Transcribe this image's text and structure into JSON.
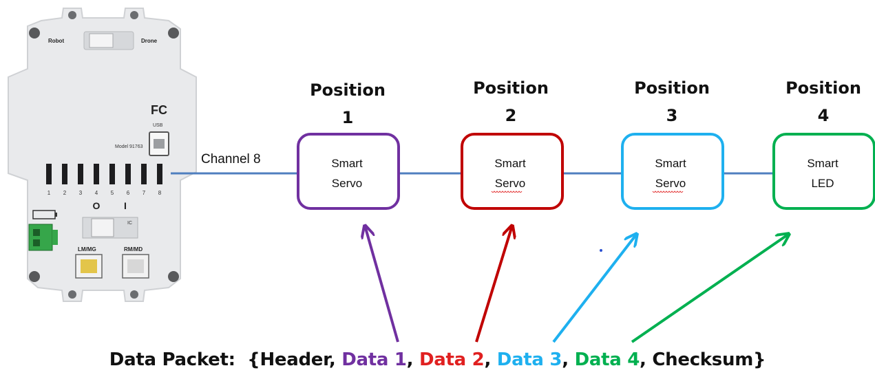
{
  "controller": {
    "switch_left_label": "Robot",
    "switch_right_label": "Drone",
    "fc_logo": "FC",
    "usb_label": "USB",
    "model_label": "Model 91763",
    "port_numbers": [
      "1",
      "2",
      "3",
      "4",
      "5",
      "6",
      "7",
      "8"
    ],
    "power_symbols": [
      "O",
      "I"
    ],
    "lm_mg_label": "LM/MG",
    "rm_md_label": "RM/MD",
    "device_body_color": "#e9eaec"
  },
  "connection": {
    "channel_label": "Channel 8",
    "line_color": "#4f7fbf"
  },
  "positions": [
    {
      "heading": "Position",
      "number": "1",
      "device_line1": "Smart",
      "device_line2": "Servo",
      "color": "#7030a0"
    },
    {
      "heading": "Position",
      "number": "2",
      "device_line1": "Smart",
      "device_line2": "Servo",
      "color": "#c00000"
    },
    {
      "heading": "Position",
      "number": "3",
      "device_line1": "Smart",
      "device_line2": "Servo",
      "color": "#1eb0ef"
    },
    {
      "heading": "Position",
      "number": "4",
      "device_line1": "Smart",
      "device_line2": "LED",
      "color": "#00b050"
    }
  ],
  "packet": {
    "prefix": "Data Packet:",
    "open_brace": "{",
    "header": "Header",
    "data_1": "Data 1",
    "data_2": "Data 2",
    "data_3": "Data 3",
    "data_4": "Data 4",
    "checksum": "Checksum",
    "close_brace": "}"
  }
}
